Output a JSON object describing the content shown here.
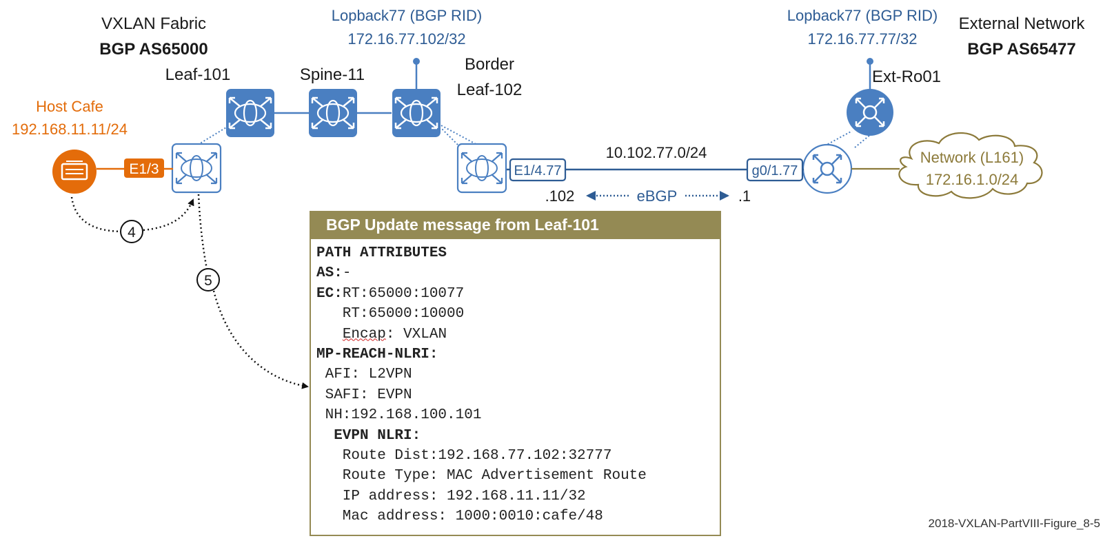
{
  "fabric": {
    "title": "VXLAN Fabric",
    "as": "BGP AS65000"
  },
  "external": {
    "title": "External Network",
    "as": "BGP AS65477"
  },
  "border_loopback": {
    "name": "Lopback77 (BGP RID)",
    "ip": "172.16.77.102/32"
  },
  "ext_loopback": {
    "name": "Lopback77 (BGP RID)",
    "ip": "172.16.77.77/32"
  },
  "devices": {
    "leaf101": "Leaf-101",
    "spine11": "Spine-11",
    "border_line1": "Border",
    "border_line2": "Leaf-102",
    "ext_router": "Ext-Ro01"
  },
  "host": {
    "name": "Host Cafe",
    "ip": "192.168.11.11/24",
    "port": "E1/3"
  },
  "link": {
    "subnet": "10.102.77.0/24",
    "left_if": "E1/4.77",
    "right_if": "g0/1.77",
    "left_addr": ".102",
    "right_addr": ".1",
    "protocol": "eBGP"
  },
  "network_cloud": {
    "name": "Network (L161)",
    "prefix": "172.16.1.0/24"
  },
  "steps": {
    "step4": "4",
    "step5": "5"
  },
  "message": {
    "title": "BGP Update message from Leaf-101",
    "lines": [
      {
        "key": "PATH ATTRIBUTES",
        "val": ""
      },
      {
        "key": "AS:",
        "val": "-"
      },
      {
        "key": "EC:",
        "val": "RT:65000:10077"
      },
      {
        "key": "",
        "val": "   RT:65000:10000"
      },
      {
        "key": "",
        "val": "   Encap: VXLAN"
      },
      {
        "key": "MP-REACH-NLRI:",
        "val": ""
      },
      {
        "key": "",
        "val": " AFI: L2VPN"
      },
      {
        "key": "",
        "val": " SAFI: EVPN"
      },
      {
        "key": "",
        "val": " NH:192.168.100.101"
      },
      {
        "key": "  EVPN NLRI:",
        "val": ""
      },
      {
        "key": "",
        "val": "   Route Dist:192.168.77.102:32777"
      },
      {
        "key": "",
        "val": "   Route Type: MAC Advertisement Route"
      },
      {
        "key": "",
        "val": "   IP address: 192.168.11.11/32"
      },
      {
        "key": "",
        "val": "   Mac address: 1000:0010:cafe/48"
      }
    ]
  },
  "footer": "2018-VXLAN-PartVIII-Figure_8-5",
  "colors": {
    "device_blue": "#4a7fc1",
    "link_blue": "#2e5c94",
    "host_orange": "#e46c0a",
    "olive": "#948a54"
  }
}
